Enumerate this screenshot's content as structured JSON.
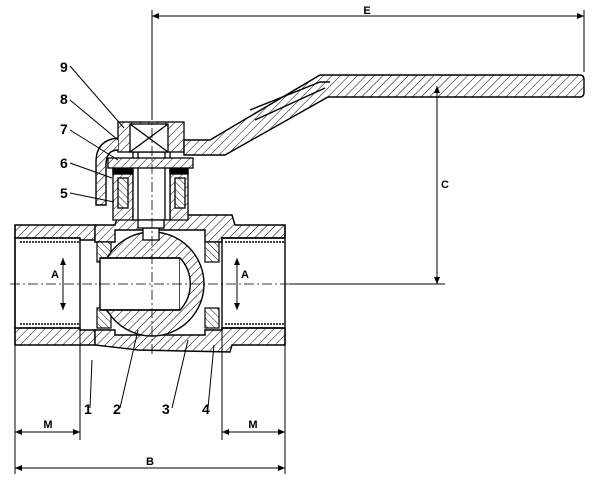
{
  "dimensions": {
    "A_left": "A",
    "A_right": "A",
    "B": "B",
    "C": "C",
    "E": "E",
    "M_left": "M",
    "M_right": "M"
  },
  "callouts": {
    "n1": "1",
    "n2": "2",
    "n3": "3",
    "n4": "4",
    "n5": "5",
    "n6": "6",
    "n7": "7",
    "n8": "8",
    "n9": "9"
  }
}
